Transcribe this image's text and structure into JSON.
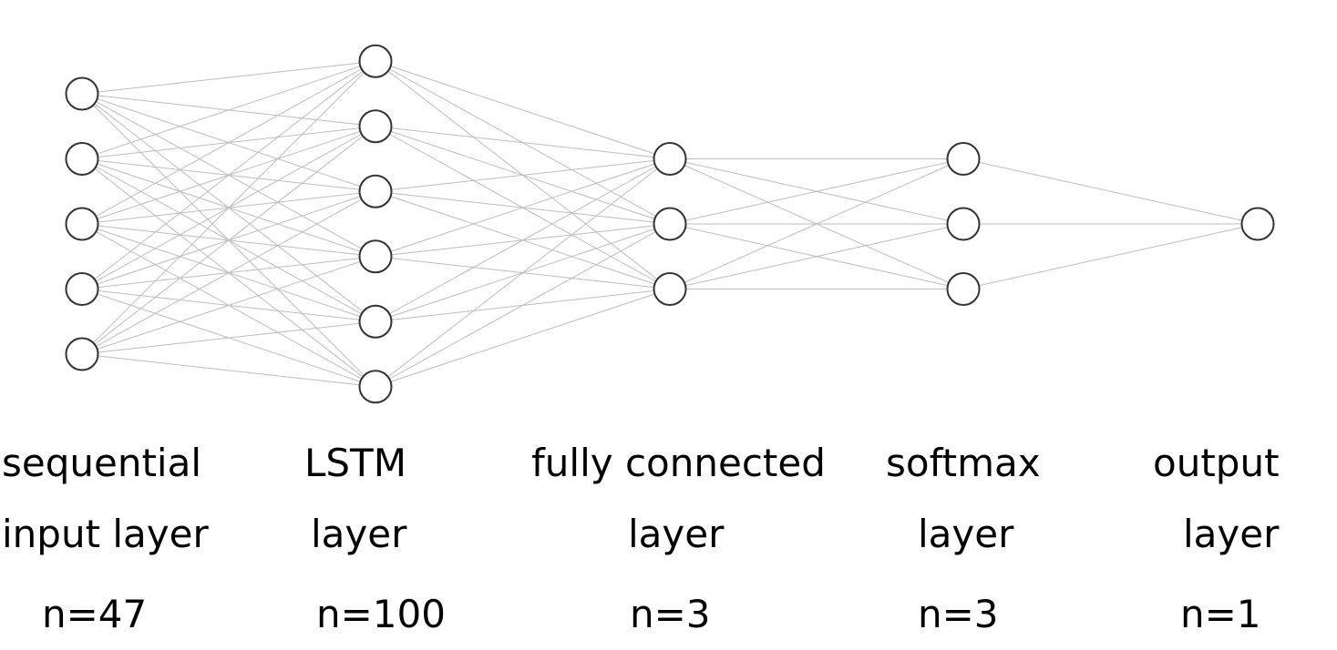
{
  "layers": [
    {
      "line1": "sequential",
      "line2": "input layer",
      "count": "n=47",
      "drawn_nodes": 5
    },
    {
      "line1": "LSTM",
      "line2": "layer",
      "count": "n=100",
      "drawn_nodes": 6
    },
    {
      "line1": "fully connected",
      "line2": "layer",
      "count": "n=3",
      "drawn_nodes": 3
    },
    {
      "line1": "softmax",
      "line2": "layer",
      "count": "n=3",
      "drawn_nodes": 3
    },
    {
      "line1": "output",
      "line2": "layer",
      "count": "n=1",
      "drawn_nodes": 1
    }
  ],
  "connectivity": "fully-connected between adjacent layers",
  "colors": {
    "edge": "#bdbdbd",
    "node_stroke": "#333333",
    "node_fill": "#ffffff",
    "text": "#000000"
  }
}
